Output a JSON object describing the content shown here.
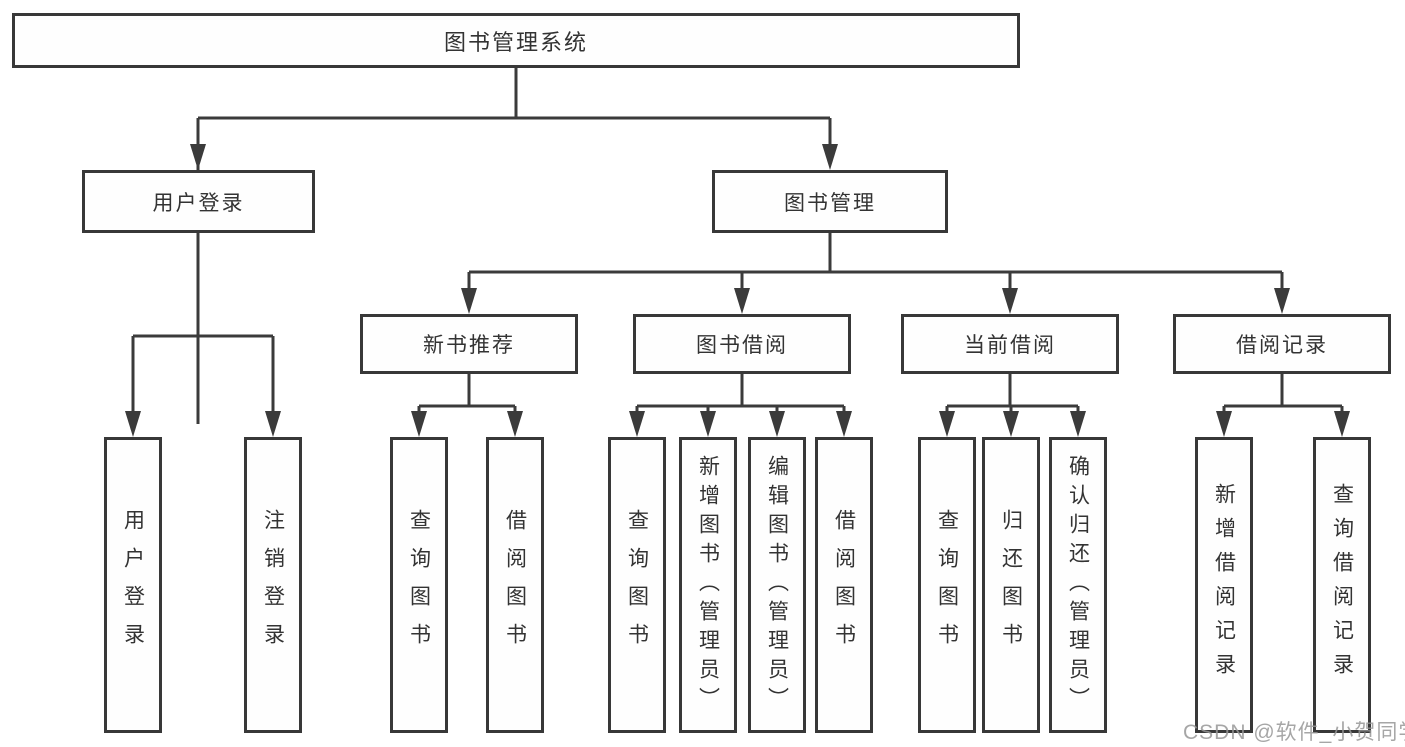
{
  "diagram": {
    "title": "图书管理系统",
    "root": {
      "label": "图书管理系统"
    },
    "level2": {
      "user_login": {
        "label": "用户登录"
      },
      "book_mgmt": {
        "label": "图书管理"
      }
    },
    "level3": {
      "new_book": {
        "label": "新书推荐"
      },
      "borrow": {
        "label": "图书借阅"
      },
      "current": {
        "label": "当前借阅"
      },
      "records": {
        "label": "借阅记录"
      }
    },
    "leaves": {
      "login": "用户登录",
      "logout": "注销登录",
      "nb_query": "查询图书",
      "nb_borrow": "借阅图书",
      "bw_query": "查询图书",
      "bw_add": "新增图书（管理员）",
      "bw_edit": "编辑图书（管理员）",
      "bw_borrow": "借阅图书",
      "cu_query": "查询图书",
      "cu_return": "归还图书",
      "cu_confirm": "确认归还（管理员）",
      "rc_add": "新增借阅记录",
      "rc_query": "查询借阅记录"
    }
  },
  "watermark": {
    "text": "CSDN @软件_小贺同学"
  },
  "colors": {
    "line": "#3b3b3b",
    "box_border": "#383838",
    "text": "#333333",
    "background": "#ffffff",
    "watermark": "#969696"
  }
}
